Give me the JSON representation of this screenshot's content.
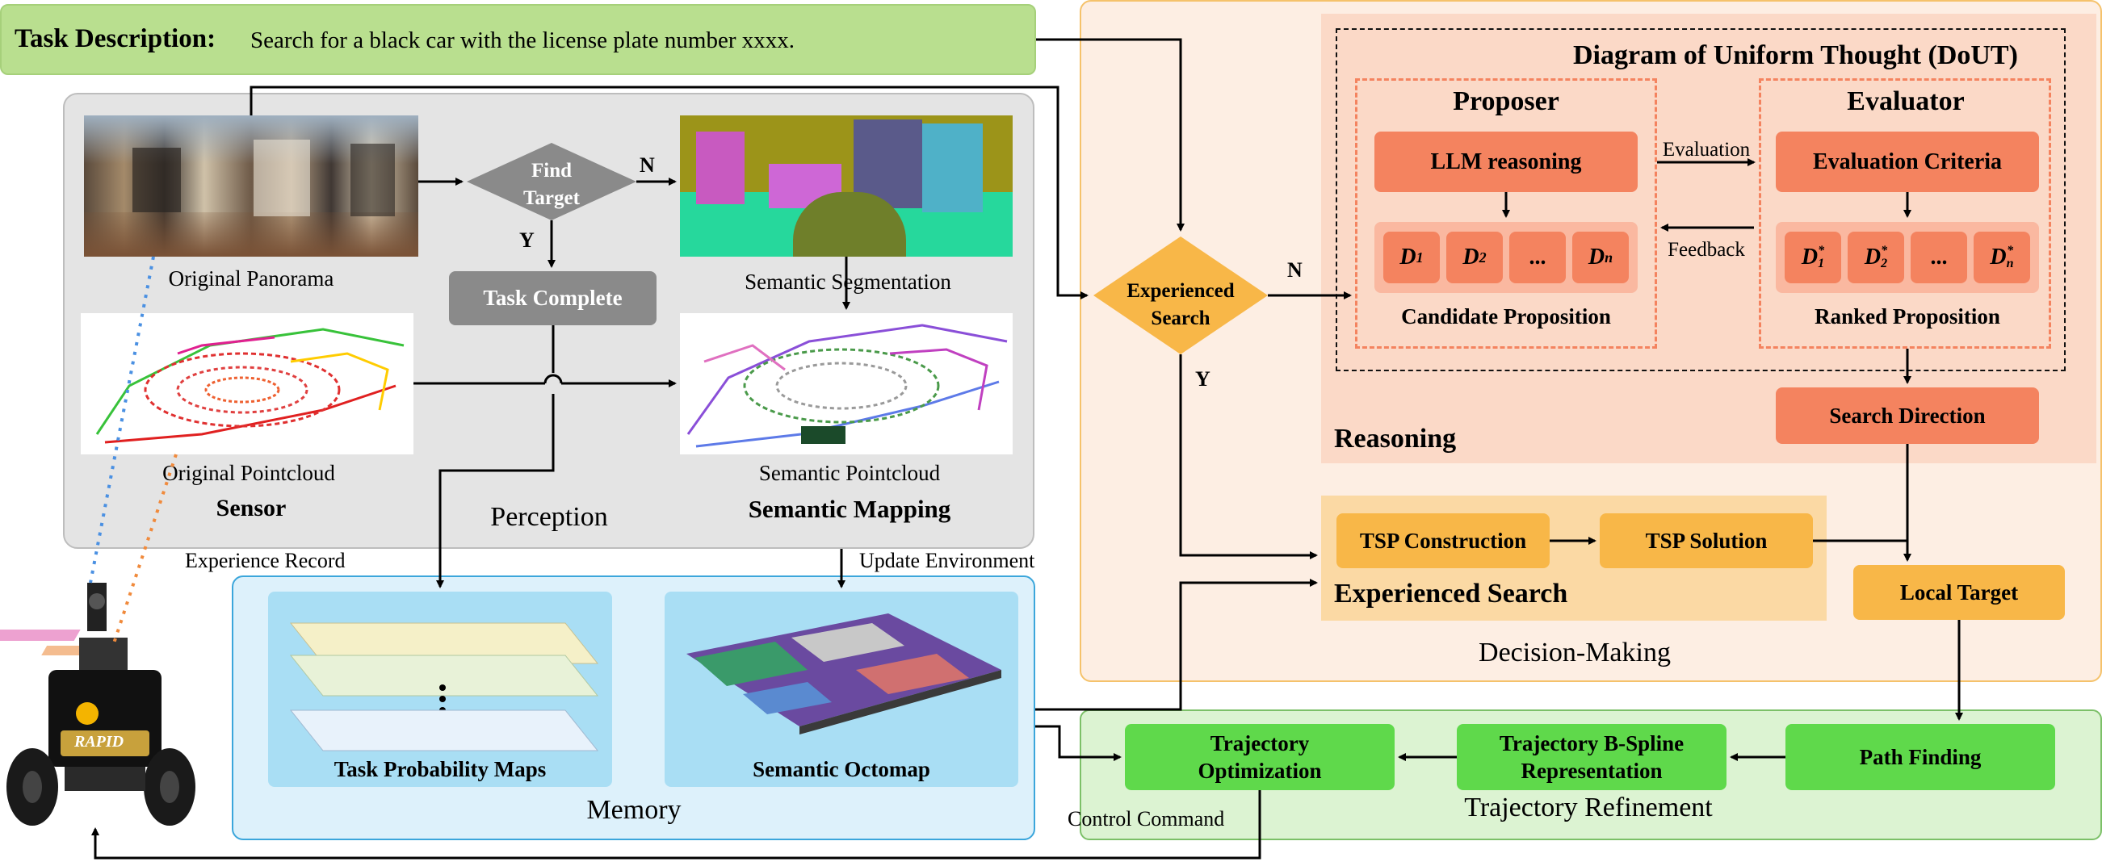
{
  "task": {
    "title": "Task Description:",
    "text": "Search for a black car with the license plate number xxxx."
  },
  "perception": {
    "title": "Perception",
    "original_panorama": "Original Panorama",
    "find_target": [
      "Find",
      "Target"
    ],
    "n_label": "N",
    "y_label": "Y",
    "task_complete": "Task Complete",
    "semantic_segmentation": "Semantic  Segmentation",
    "original_pointcloud": "Original Pointcloud",
    "sensor": "Sensor",
    "semantic_pointcloud": "Semantic Pointcloud",
    "semantic_mapping": "Semantic Mapping"
  },
  "memory": {
    "title": "Memory",
    "experience_record": "Experience Record",
    "update_environment": "Update Environment",
    "task_probability_maps": "Task Probability Maps",
    "semantic_octomap": "Semantic Octomap"
  },
  "decision": {
    "title": "Decision-Making",
    "experienced_search_diamond": [
      "Experienced",
      "Search"
    ],
    "n_label": "N",
    "y_label": "Y",
    "reasoning": "Reasoning",
    "dout_title": "Diagram of Uniform Thought (DoUT)",
    "proposer": "Proposer",
    "evaluator": "Evaluator",
    "llm_reasoning": "LLM reasoning",
    "evaluation_criteria": "Evaluation Criteria",
    "evaluation": "Evaluation",
    "feedback": "Feedback",
    "candidate_items": [
      "D1",
      "D2",
      "...",
      "Dn"
    ],
    "ranked_items": [
      "D*1",
      "D*2",
      "...",
      "D*n"
    ],
    "candidate_proposition": "Candidate Proposition",
    "ranked_proposition": "Ranked Proposition",
    "search_direction": "Search Direction",
    "tsp_construction": "TSP Construction",
    "tsp_solution": "TSP Solution",
    "experienced_search": "Experienced Search",
    "local_target": "Local Target"
  },
  "trajectory": {
    "title": "Trajectory Refinement",
    "trajectory_optimization": [
      "Trajectory",
      "Optimization"
    ],
    "bspline": [
      "Trajectory B-Spline",
      "Representation"
    ],
    "path_finding": "Path Finding",
    "control_command": "Control Command"
  },
  "robot": {
    "brand": "RAPID"
  },
  "colors": {
    "task_bg": "#b9df8f",
    "perception_bg": "#e4e4e4",
    "memory_bg": "#ddf1fb",
    "memory_inner": "#a9def4",
    "decision_bg": "#fdeee3",
    "decision_border": "#f5c26b",
    "reasoning_bg": "#fbd9c7",
    "orange_box": "#f4835f",
    "salmon_inner": "#fab8a0",
    "amber_box": "#f8b748",
    "amber_bg": "#fbd9a4",
    "trajectory_bg": "#dcf3d2",
    "green_box": "#5fd94b",
    "gray_box": "#8a8a8a"
  }
}
